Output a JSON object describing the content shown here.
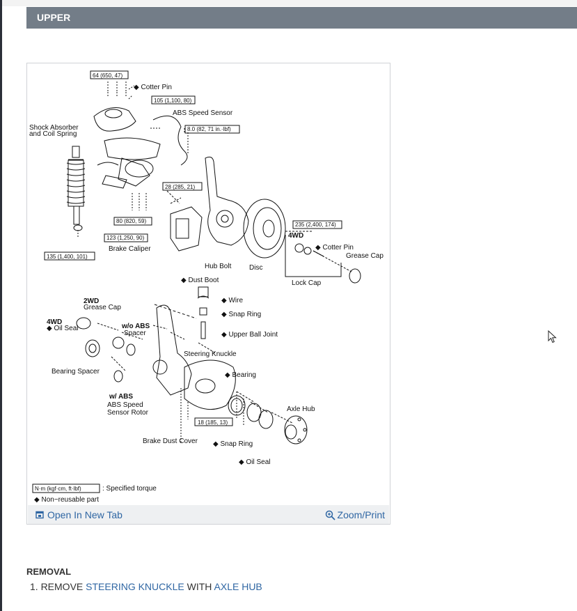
{
  "header": {
    "title": "UPPER"
  },
  "figure": {
    "labels": {
      "torque_top": "64 (650, 47)",
      "cotter_pin_top": "◆ Cotter Pin",
      "torque_105": "105 (1,100, 80)",
      "abs_speed_sensor": "ABS Speed Sensor",
      "torque_8": "8.0 (82, 71 in.·lbf)",
      "shock_absorber_1": "Shock Absorber",
      "shock_absorber_2": "and Coil Spring",
      "torque_28": "28 (285, 21)",
      "torque_80": "80 (820, 59)",
      "torque_123": "123 (1,250, 90)",
      "brake_caliper": "Brake Caliper",
      "torque_135": "135 (1,400, 101)",
      "hub_bolt": "Hub Bolt",
      "disc": "Disc",
      "torque_235": "235 (2,400, 174)",
      "fourwd_upper": "4WD",
      "cotter_pin_right": "◆ Cotter Pin",
      "grease_cap_right": "Grease Cap",
      "lock_cap": "Lock Cap",
      "dust_boot": "◆ Dust Boot",
      "wire": "◆ Wire",
      "snap_ring_upper": "◆ Snap Ring",
      "upper_ball_joint": "◆ Upper Ball Joint",
      "steering_knuckle": "Steering Knuckle",
      "twowd": "2WD",
      "grease_cap_left": "Grease Cap",
      "fourwd_lower": "4WD",
      "oil_seal_left": "◆ Oil Seal",
      "wo_abs": "w/o ABS",
      "spacer": "Spacer",
      "bearing_spacer": "Bearing Spacer",
      "bearing": "◆ Bearing",
      "w_abs": "w/ ABS",
      "abs_rotor_1": "ABS Speed",
      "abs_rotor_2": "Sensor Rotor",
      "axle_hub": "Axle Hub",
      "torque_18": "18 (185, 13)",
      "brake_dust_cover": "Brake Dust Cover",
      "snap_ring_lower": "◆ Snap Ring",
      "oil_seal_lower": "◆ Oil Seal",
      "legend_units": "N·m (kgf·cm, ft·lbf)",
      "legend_specified": ": Specified torque",
      "legend_nonreusable": "◆ Non−reusable part"
    },
    "footer": {
      "open_tab": "Open In New Tab",
      "zoom": "Zoom/Print"
    }
  },
  "removal": {
    "title": "REMOVAL",
    "step_prefix": "1. REMOVE ",
    "link1": "STEERING KNUCKLE",
    "middle": " WITH ",
    "link2": "AXLE HUB"
  },
  "icons": {
    "open_tab": "open-in-new-tab-icon",
    "zoom": "zoom-in-icon",
    "cursor": "mouse-pointer-icon"
  },
  "colors": {
    "header_bg": "#737d88",
    "link": "#2f66a3",
    "footer_bg": "#eef0f2"
  }
}
